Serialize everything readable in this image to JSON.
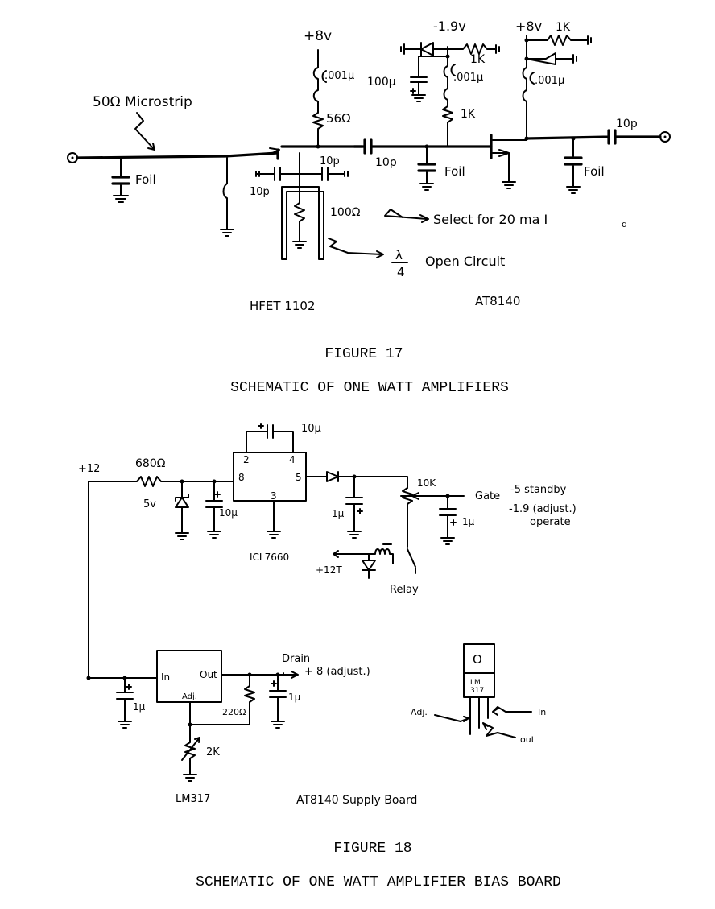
{
  "figure17": {
    "labels": {
      "microstrip": "50Ω Microstrip",
      "v_plus8_left": "+8v",
      "c_001_left": ".001µ",
      "r_56": "56Ω",
      "v_minus19": "-1.9v",
      "r_1k_top_mid": "1K",
      "c_100u": "100µ",
      "c_001_mid": ".001µ",
      "r_1k_mid": "1K",
      "v_plus8_right": "+8v",
      "r_1k_right": "1K",
      "c_001_right": ".001µ",
      "c_10p_series": "10p",
      "c_10p_out": "10p",
      "c_10p_stub_right": "10p",
      "c_10p_stub_left": "10p",
      "foil_in": "Foil",
      "foil_mid": "Foil",
      "foil_out": "Foil",
      "r_100": "100Ω",
      "select_note": "Select for 20 ma  I",
      "select_note_sub": "d",
      "lambda_num": "λ",
      "lambda_den": "4",
      "open_circuit": "Open Circuit",
      "device_hfet": "HFET 1102",
      "device_at": "AT8140"
    },
    "caption_number": "FIGURE 17",
    "caption_title": "SCHEMATIC OF ONE WATT AMPLIFIERS"
  },
  "figure18": {
    "labels": {
      "v_plus12": "+12",
      "r_680": "680Ω",
      "zener_5v": "5v",
      "c_10u_in": "10µ",
      "c_10u_top": "10µ",
      "pin_2": "2",
      "pin_4": "4",
      "pin_8": "8",
      "pin_5": "5",
      "pin_3": "3",
      "ic_icl": "ICL7660",
      "c_1u_neg": "1µ",
      "pot_10k": "10K",
      "gate_label": "Gate",
      "gate_standby": "-5 standby",
      "gate_adjust": "-1.9 (adjust.)",
      "gate_operate": "operate",
      "c_1u_gate": "1µ",
      "v_plus12t": "+12T",
      "relay": "Relay",
      "reg_in": "In",
      "reg_out": "Out",
      "reg_adj": "Adj.",
      "drain_label": "Drain",
      "drain_value": "+ 8 (adjust.)",
      "c_1u_in": "1µ",
      "c_1u_out": "1µ",
      "r_220": "220Ω",
      "pot_2k": "2K",
      "ic_lm317": "LM317",
      "supply_board": "AT8140  Supply Board",
      "pkg_tab": "O",
      "pkg_name_1": "LM",
      "pkg_name_2": "317",
      "pkg_adj": "Adj.",
      "pkg_in": "In",
      "pkg_out": "out"
    },
    "caption_number": "FIGURE 18",
    "caption_title": "SCHEMATIC OF ONE WATT AMPLIFIER BIAS BOARD"
  }
}
